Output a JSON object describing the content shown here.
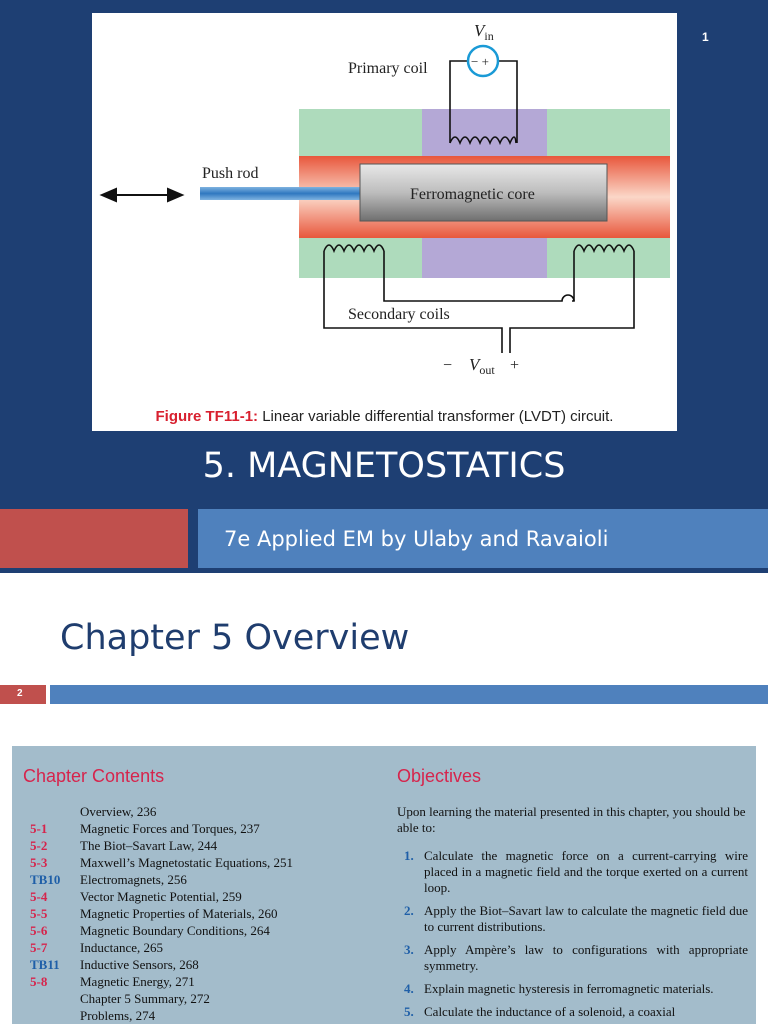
{
  "slide1": {
    "number": "1",
    "title": "5.  MAGNETOSTATICS",
    "subtitle": "7e Applied EM by Ulaby and Ravaioli",
    "figure": {
      "v_in": "V",
      "v_in_sub": "in",
      "source_polarity": "− +",
      "primary_coil": "Primary coil",
      "push_rod": "Push rod",
      "core": "Ferromagnetic core",
      "secondary_coils": "Secondary coils",
      "v_out_minus": "−",
      "v_out": "V",
      "v_out_sub": "out",
      "v_out_plus": "+",
      "caption_label": "Figure TF11-1:",
      "caption_text": " Linear variable differential transformer (LVDT) circuit."
    },
    "colors": {
      "background": "#1e3f73",
      "accent_red": "#c0504d",
      "accent_blue": "#4f81bd"
    }
  },
  "slide2": {
    "number": "2",
    "title": "Chapter 5 Overview",
    "contents_heading": "Chapter Contents",
    "contents": [
      {
        "num": "",
        "text": "Overview, 236"
      },
      {
        "num": "5-1",
        "text": "Magnetic Forces and Torques, 237"
      },
      {
        "num": "5-2",
        "text": "The Biot–Savart Law, 244"
      },
      {
        "num": "5-3",
        "text": "Maxwell’s Magnetostatic Equations, 251"
      },
      {
        "num": "TB10",
        "text": "Electromagnets, 256"
      },
      {
        "num": "5-4",
        "text": "Vector Magnetic Potential, 259"
      },
      {
        "num": "5-5",
        "text": "Magnetic Properties of Materials, 260"
      },
      {
        "num": "5-6",
        "text": "Magnetic Boundary Conditions, 264"
      },
      {
        "num": "5-7",
        "text": "Inductance, 265"
      },
      {
        "num": "TB11",
        "text": "Inductive Sensors, 268"
      },
      {
        "num": "5-8",
        "text": "Magnetic Energy, 271"
      },
      {
        "num": "",
        "text": "Chapter 5 Summary, 272"
      },
      {
        "num": "",
        "text": "Problems, 274"
      }
    ],
    "objectives_heading": "Objectives",
    "objectives_intro": "Upon learning the material presented in this chapter, you should be able to:",
    "objectives": [
      {
        "num": "1.",
        "text": "Calculate the magnetic force on a current-carrying wire placed in a magnetic field and the torque exerted on a current loop."
      },
      {
        "num": "2.",
        "text": "Apply the Biot–Savart law to calculate the magnetic field due to current distributions."
      },
      {
        "num": "3.",
        "text": "Apply Ampère’s law to configurations with appropriate symmetry."
      },
      {
        "num": "4.",
        "text": "Explain magnetic hysteresis in ferromagnetic materials."
      },
      {
        "num": "5.",
        "text": "Calculate the inductance of a solenoid, a coaxial"
      }
    ]
  }
}
